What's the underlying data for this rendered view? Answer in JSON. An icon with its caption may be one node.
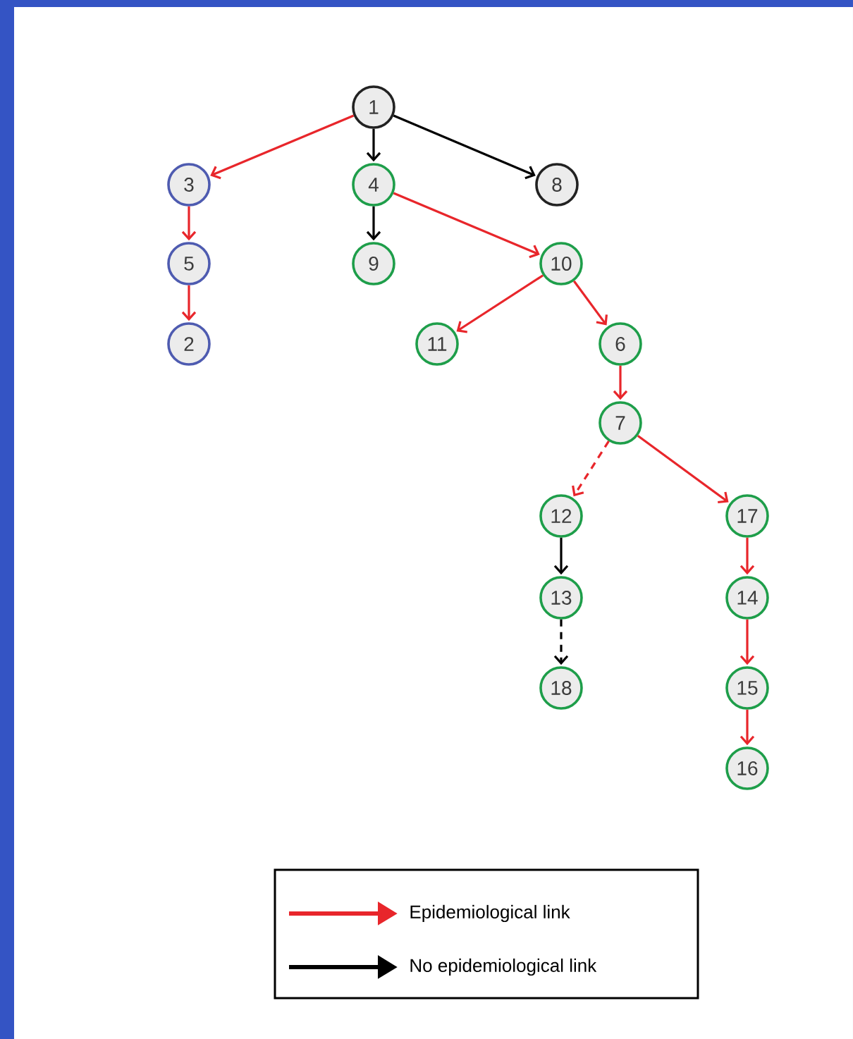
{
  "diagram": {
    "nodes": [
      {
        "text": [
          "1"
        ]
      },
      {
        "text": [
          "3"
        ]
      },
      {
        "text": [
          "4"
        ]
      },
      {
        "text": [
          "8"
        ]
      },
      {
        "text": [
          "5"
        ]
      },
      {
        "text": [
          "9"
        ]
      },
      {
        "text": [
          "10"
        ]
      },
      {
        "text": [
          "2"
        ]
      },
      {
        "text": [
          "11"
        ]
      },
      {
        "text": [
          "6"
        ]
      },
      {
        "text": [
          "7"
        ]
      },
      {
        "text": [
          "12"
        ]
      },
      {
        "text": [
          "17"
        ]
      },
      {
        "text": [
          "13"
        ]
      },
      {
        "text": [
          "14"
        ]
      },
      {
        "text": [
          "18"
        ]
      },
      {
        "text": [
          "15"
        ]
      },
      {
        "text": [
          "16"
        ]
      }
    ],
    "edges": [
      {
        "from": 0,
        "to": 1,
        "arrow": "to"
      },
      {
        "from": 0,
        "to": 2,
        "arrow": "to",
        "color": "#000000"
      },
      {
        "from": 0,
        "to": 3,
        "arrow": "to",
        "color": "#000000"
      },
      {
        "from": 1,
        "to": 4,
        "arrow": "to"
      },
      {
        "from": 4,
        "to": 7,
        "arrow": "to"
      },
      {
        "from": 2,
        "to": 5,
        "arrow": "to",
        "color": "#000000"
      },
      {
        "from": 2,
        "to": 6,
        "arrow": "to"
      },
      {
        "from": 6,
        "to": 8,
        "arrow": "to"
      },
      {
        "from": 6,
        "to": 9,
        "arrow": "to"
      },
      {
        "from": 9,
        "to": 10,
        "arrow": "to"
      },
      {
        "from": 10,
        "to": 11,
        "arrow": "to",
        "style": "dashed"
      },
      {
        "from": 10,
        "to": 12,
        "arrow": "to"
      },
      {
        "from": 11,
        "to": 13,
        "arrow": "to",
        "color": "#000000"
      },
      {
        "from": 13,
        "to": 15,
        "arrow": "to",
        "style": "dashed",
        "color": "#000000"
      },
      {
        "from": 12,
        "to": 14,
        "arrow": "to"
      },
      {
        "from": 14,
        "to": 16,
        "arrow": "to"
      },
      {
        "from": 16,
        "to": 17,
        "arrow": "to"
      }
    ],
    "legend": [
      {
        "text": "Epidemiological link"
      },
      {
        "text": "No epidemiological link"
      }
    ]
  }
}
